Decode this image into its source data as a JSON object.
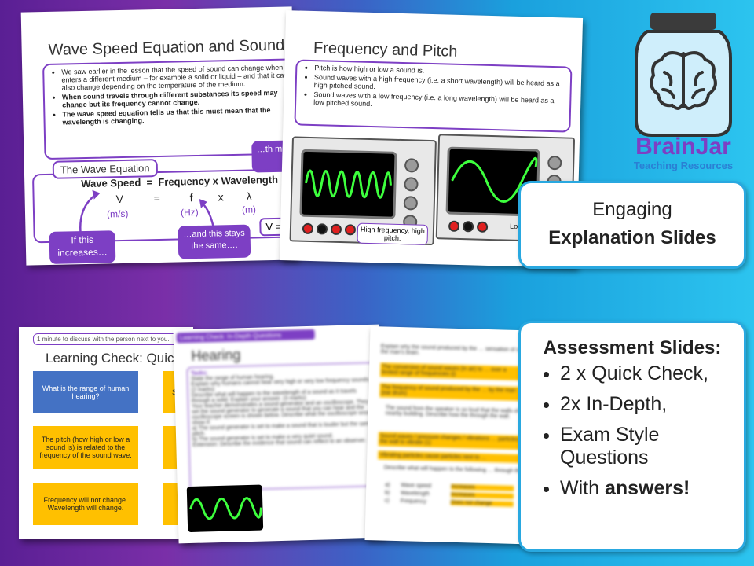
{
  "slide1": {
    "title": "Wave Speed Equation and Sound",
    "bullets": [
      "We saw earlier in the lesson that the speed of sound can change when it enters a different medium – for example a solid or liquid – and that it can also change depending on the temperature of the medium.",
      "When sound travels through different substances its speed may change but its frequency cannot change.",
      "The wave speed equation tells us that this must mean that the wavelength is changing."
    ],
    "side_note": "…th must",
    "equation_tab": "The Wave Equation",
    "equation": "Wave Speed  =  Frequency x Wavelength",
    "symbols": [
      "V",
      "=",
      "f",
      "x",
      "λ"
    ],
    "units": [
      "(m/s)",
      "(Hz)",
      "(m)"
    ],
    "note_left": "If this increases…",
    "note_mid": "…and this stays the same….",
    "v_equals": "V = f"
  },
  "slide2": {
    "title": "Frequency and Pitch",
    "bullets": [
      "Pitch is how high or low a sound is.",
      "Sound waves with a high frequency (i.e. a short wavelength) will be heard as a high pitched sound.",
      "Sound waves with a low frequency (i.e. a long wavelength) will be heard as a low pitched sound."
    ],
    "caption_high": "High frequency, high pitch.",
    "caption_low": "Lo"
  },
  "brand": {
    "name": "BrainJar",
    "tagline": "Teaching Resources",
    "color_main": "#7d3fc4",
    "color_tagline": "#2a7fd4"
  },
  "callout_top": {
    "line1": "Engaging",
    "line2": "Explanation Slides"
  },
  "slide3": {
    "top_note": "1 minute to discuss with the person next to you.",
    "title": "Learning Check: Quick",
    "cards": [
      "What is the range of human hearing?",
      "The pitch (how high or low a sound is) is related to the frequency of the sound wave.",
      "Frequency will not change. Wavelength will change."
    ],
    "side_cards": [
      "So v",
      "H",
      ""
    ]
  },
  "slide4": {
    "header": "Learning Check: In-Depth Questions",
    "title": "Hearing",
    "task": "Tasks:",
    "items": [
      "State the range of human hearing.",
      "Explain why humans cannot hear very high or very low frequency sounds. (2 marks)",
      "Describe what will happen to the wavelength of a sound as it travels through a solid. Explain your answer. (3 marks)",
      "Your teacher demonstrates a sound generator and an oscilloscope. They set the sound generator to generate a sound that you can hear and the oscilloscope screen is shown below. Describe what the oscilloscope would show if:",
      "a) The sound generator is set to make a sound that is louder but the same pitch.",
      "b) The sound generator is set to make a very quiet sound.",
      "Extension: Describe the evidence that sound can reflect to an observer."
    ]
  },
  "slide5": {
    "lines": [
      "Explain why the sound produced by the … sensation of sound in the man's brain.",
      "The conversion of sound waves (in air) to … over a limited range of frequencies (i)",
      "The frequency of sound produced by the … by the man (ear drum)",
      "The sound from the speaker is so loud that the walls of a nearby building. Describe how the through the wall.",
      "Sound waves / pressure changes / vibrations … particles in the wall to vibrate (1)",
      "Vibrating particles cause particles next to …",
      "Describe what will happen to the following … through the wall?"
    ],
    "table": [
      [
        "a)",
        "Wave speed",
        "Increases"
      ],
      [
        "b)",
        "Wavelength",
        "Increases"
      ],
      [
        "c)",
        "Frequency",
        "Does not change"
      ]
    ]
  },
  "callout_bottom": {
    "heading": "Assessment Slides:",
    "bullets": [
      "2 x Quick Check,",
      "2x In-Depth,",
      "Exam Style Questions"
    ],
    "last_prefix": "With ",
    "last_bold": "answers!"
  }
}
